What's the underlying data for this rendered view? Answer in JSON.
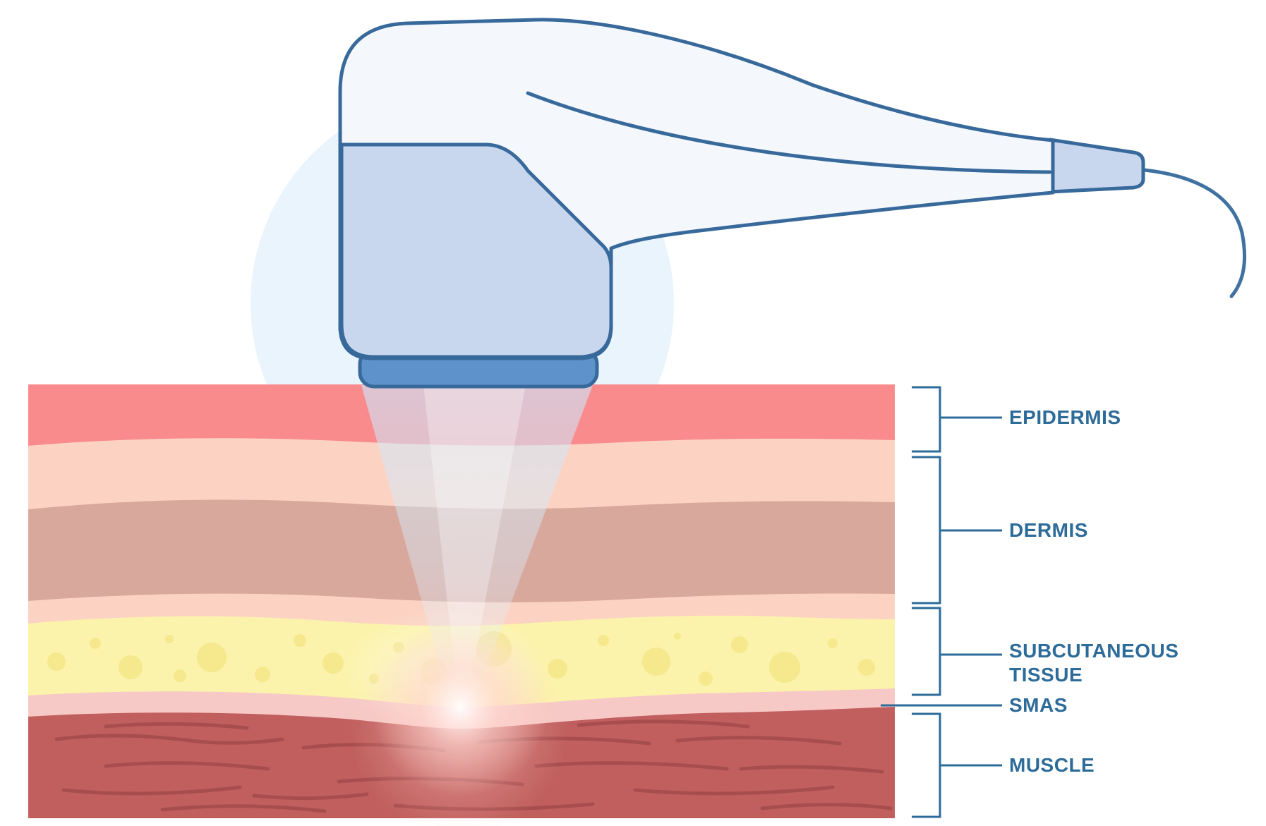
{
  "labels": {
    "epidermis": "EPIDERMIS",
    "dermis": "DERMIS",
    "subcutaneous_line1": "SUBCUTANEOUS",
    "subcutaneous_line2": "TISSUE",
    "smas": "SMAS",
    "muscle": "MUSCLE"
  },
  "colors": {
    "label_text": "#2d6b99",
    "annotation_line": "#2d6b99",
    "device_outline": "#38699b",
    "device_body": "#f4f8fd",
    "device_head": "#c9d7ee",
    "device_tip": "#5e92cb",
    "device_cable": "#3f71a1",
    "device_glow": "#eaf4fd",
    "epidermis": "#f98b8d",
    "dermis_light": "#fcd3c3",
    "dermis_dark": "#d9a89d",
    "subcutaneous": "#fbf3ab",
    "fat_cell": "#f5e88d",
    "smas": "#f6c9c6",
    "muscle": "#c05f5e",
    "muscle_fiber": "#a34a4b"
  }
}
